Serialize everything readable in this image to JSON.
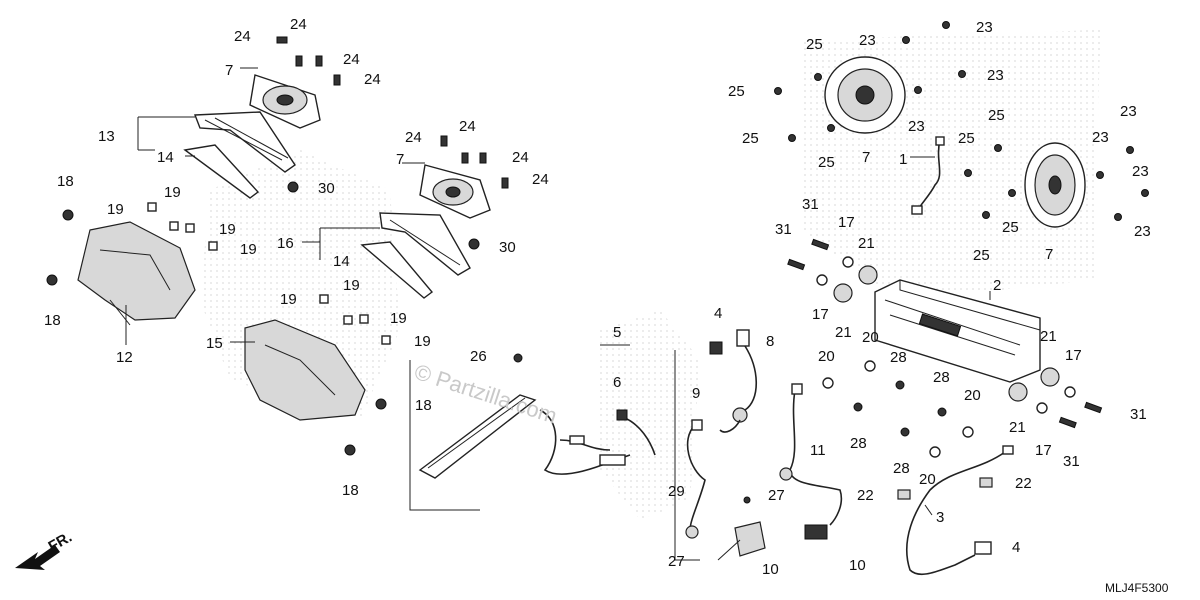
{
  "watermark": "© Partzilla.com",
  "direction_label": "FR.",
  "diagram_code": "MLJ4F5300",
  "labels": [
    {
      "text": "24"
    },
    {
      "text": "24"
    },
    {
      "text": "24"
    },
    {
      "text": "24"
    },
    {
      "text": "7"
    },
    {
      "text": "13"
    },
    {
      "text": "14"
    },
    {
      "text": "18"
    },
    {
      "text": "19"
    },
    {
      "text": "19"
    },
    {
      "text": "19"
    },
    {
      "text": "19"
    },
    {
      "text": "30"
    },
    {
      "text": "24"
    },
    {
      "text": "24"
    },
    {
      "text": "24"
    },
    {
      "text": "24"
    },
    {
      "text": "7"
    },
    {
      "text": "16"
    },
    {
      "text": "14"
    },
    {
      "text": "30"
    },
    {
      "text": "19"
    },
    {
      "text": "19"
    },
    {
      "text": "19"
    },
    {
      "text": "19"
    },
    {
      "text": "18"
    },
    {
      "text": "12"
    },
    {
      "text": "15"
    },
    {
      "text": "18"
    },
    {
      "text": "18"
    },
    {
      "text": "26"
    },
    {
      "text": "5"
    },
    {
      "text": "6"
    },
    {
      "text": "4"
    },
    {
      "text": "8"
    },
    {
      "text": "9"
    },
    {
      "text": "29"
    },
    {
      "text": "27"
    },
    {
      "text": "11"
    },
    {
      "text": "27"
    },
    {
      "text": "10"
    },
    {
      "text": "10"
    },
    {
      "text": "25"
    },
    {
      "text": "23"
    },
    {
      "text": "23"
    },
    {
      "text": "23"
    },
    {
      "text": "25"
    },
    {
      "text": "23"
    },
    {
      "text": "25"
    },
    {
      "text": "25"
    },
    {
      "text": "7"
    },
    {
      "text": "1"
    },
    {
      "text": "25"
    },
    {
      "text": "25"
    },
    {
      "text": "23"
    },
    {
      "text": "23"
    },
    {
      "text": "23"
    },
    {
      "text": "23"
    },
    {
      "text": "25"
    },
    {
      "text": "25"
    },
    {
      "text": "7"
    },
    {
      "text": "31"
    },
    {
      "text": "31"
    },
    {
      "text": "17"
    },
    {
      "text": "21"
    },
    {
      "text": "2"
    },
    {
      "text": "17"
    },
    {
      "text": "21"
    },
    {
      "text": "20"
    },
    {
      "text": "28"
    },
    {
      "text": "20"
    },
    {
      "text": "28"
    },
    {
      "text": "28"
    },
    {
      "text": "20"
    },
    {
      "text": "21"
    },
    {
      "text": "17"
    },
    {
      "text": "31"
    },
    {
      "text": "21"
    },
    {
      "text": "17"
    },
    {
      "text": "31"
    },
    {
      "text": "28"
    },
    {
      "text": "20"
    },
    {
      "text": "22"
    },
    {
      "text": "22"
    },
    {
      "text": "3"
    },
    {
      "text": "4"
    }
  ]
}
